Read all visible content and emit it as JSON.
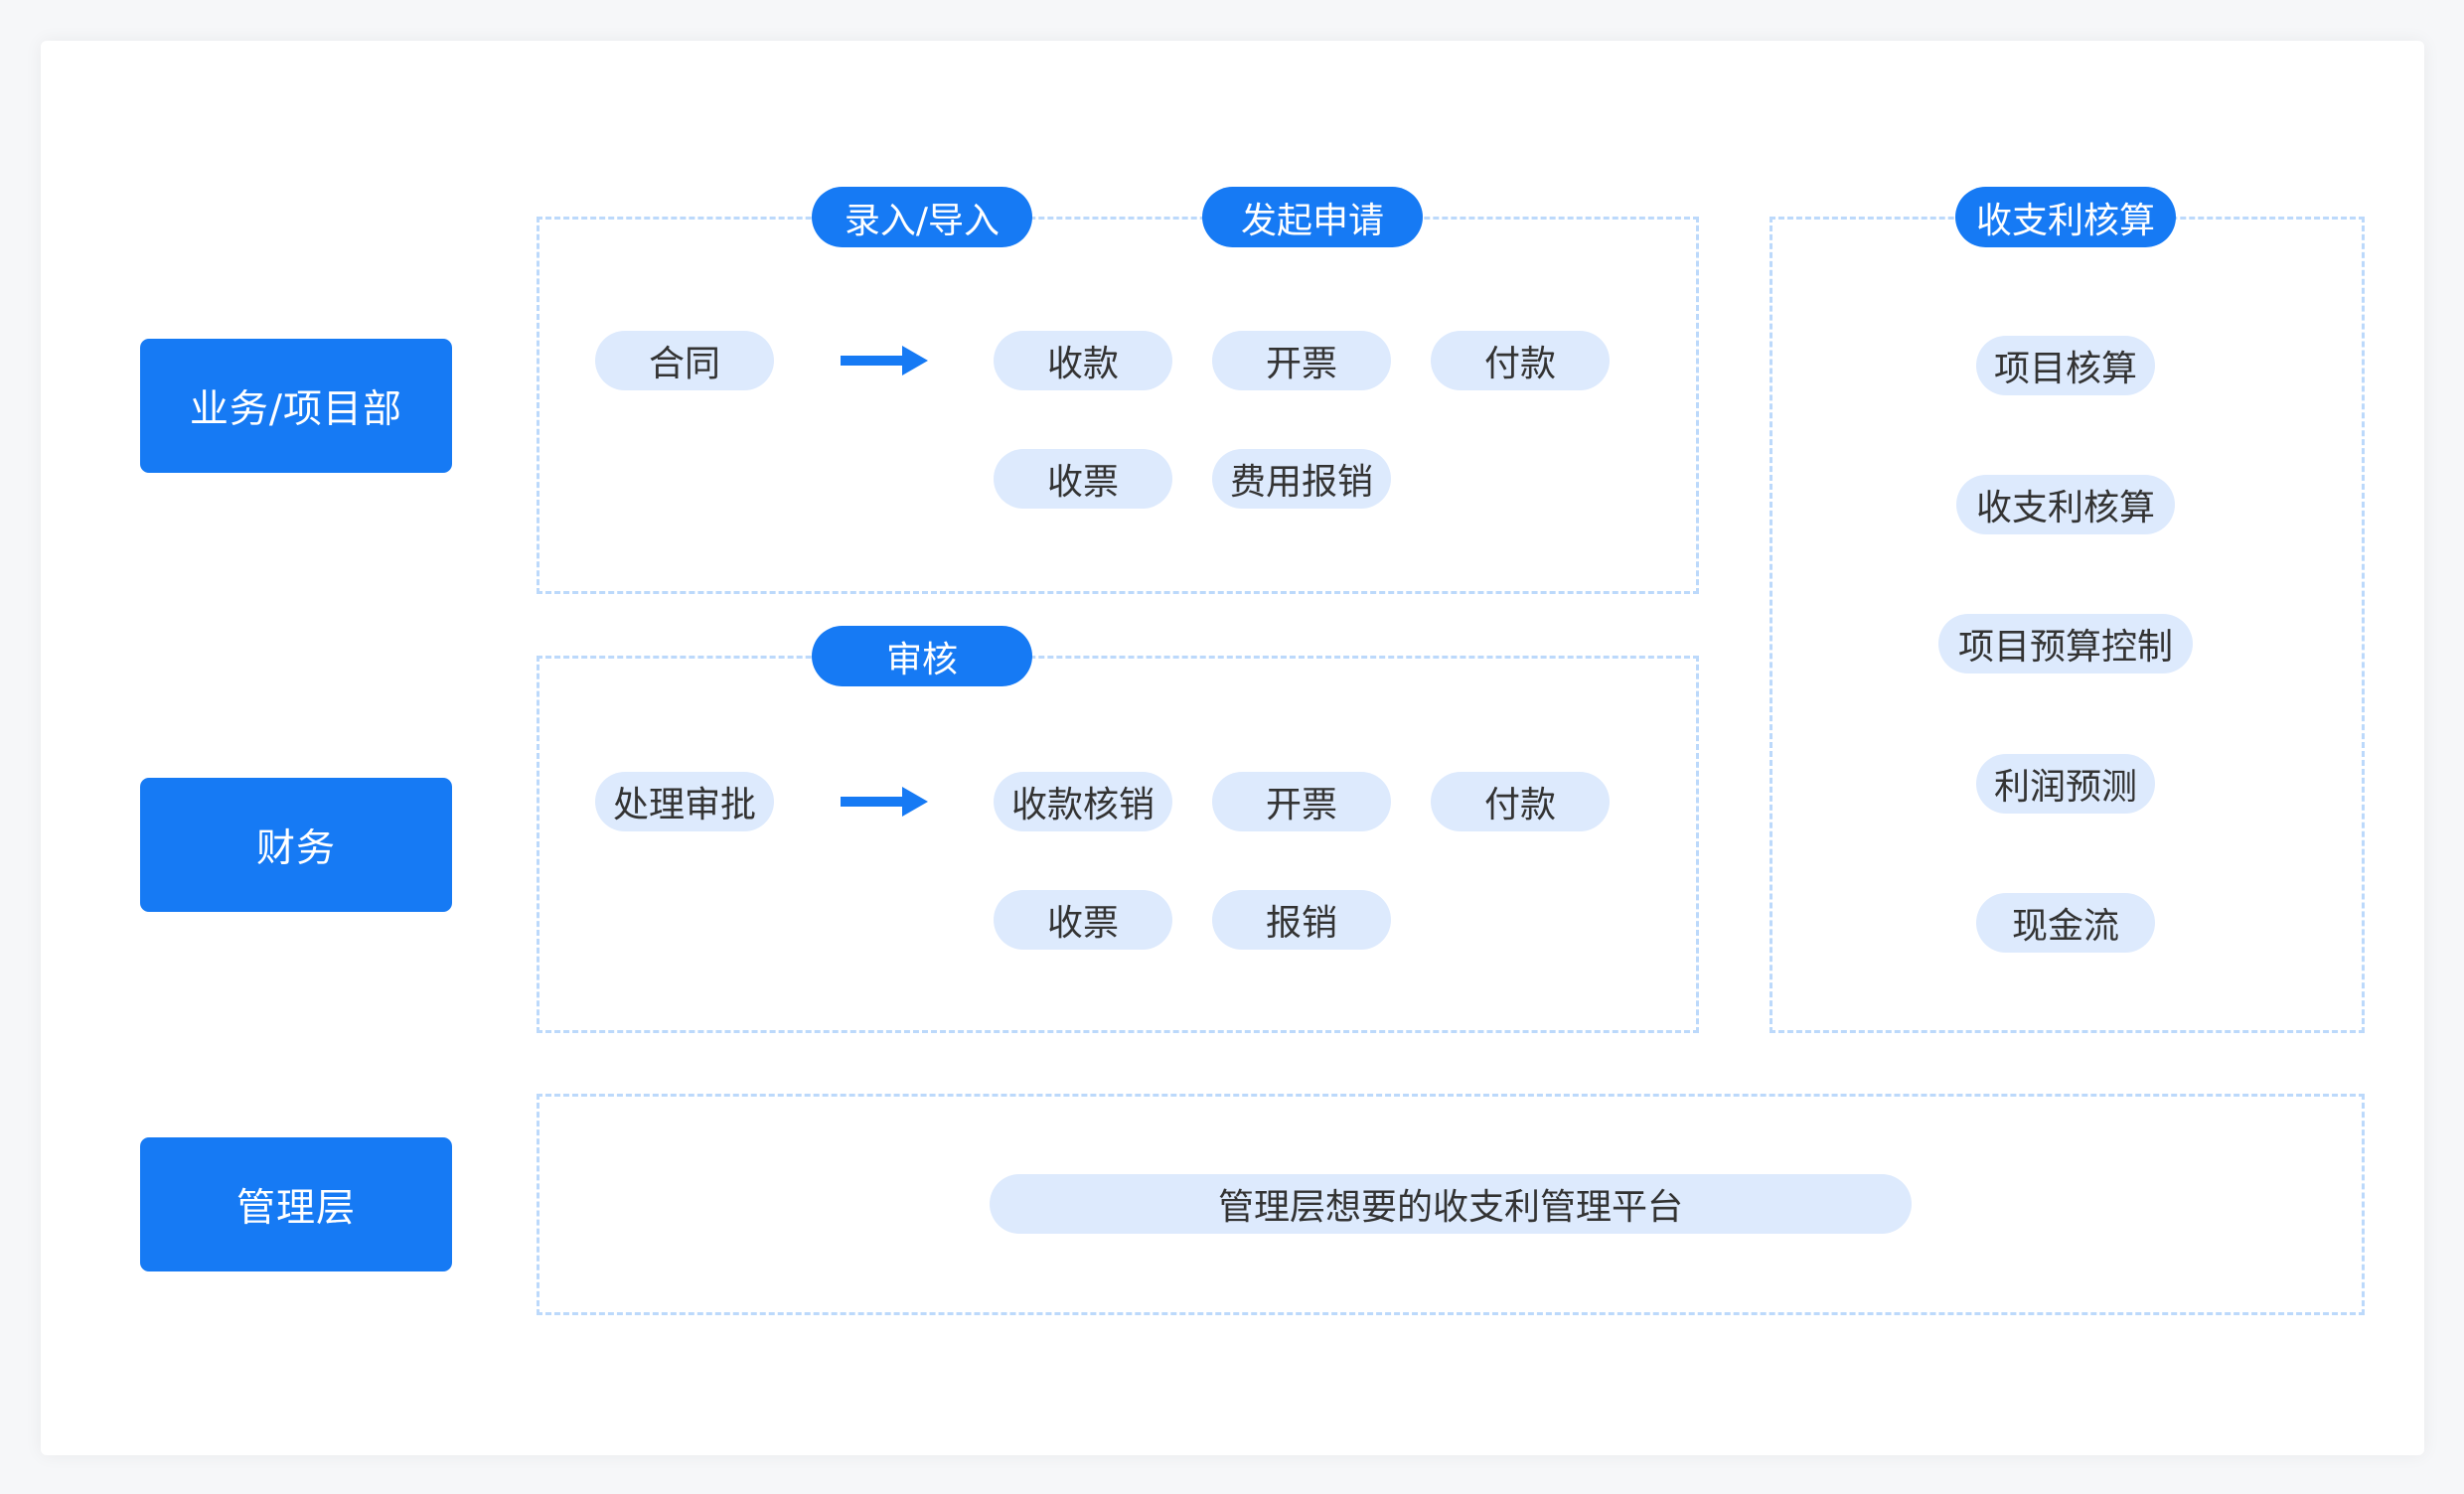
{
  "roles": {
    "business": "业务/项目部",
    "finance": "财务",
    "management": "管理层"
  },
  "tags": {
    "entry_import": "录入/导入",
    "initiate_request": "发起申请",
    "review": "审核",
    "accounting": "收支利核算"
  },
  "business_flow": {
    "source": "合同",
    "actions": [
      "收款",
      "开票",
      "付款",
      "收票",
      "费用报销"
    ]
  },
  "finance_flow": {
    "source": "处理审批",
    "actions": [
      "收款核销",
      "开票",
      "付款",
      "收票",
      "报销"
    ]
  },
  "accounting_items": [
    "项目核算",
    "收支利核算",
    "项目预算控制",
    "利润预测",
    "现金流"
  ],
  "management_platform": "管理层想要的收支利管理平台",
  "colors": {
    "primary": "#167af4",
    "pill_bg": "#ddeafd",
    "dashed_border": "#bcd9fb",
    "text": "#333333"
  }
}
